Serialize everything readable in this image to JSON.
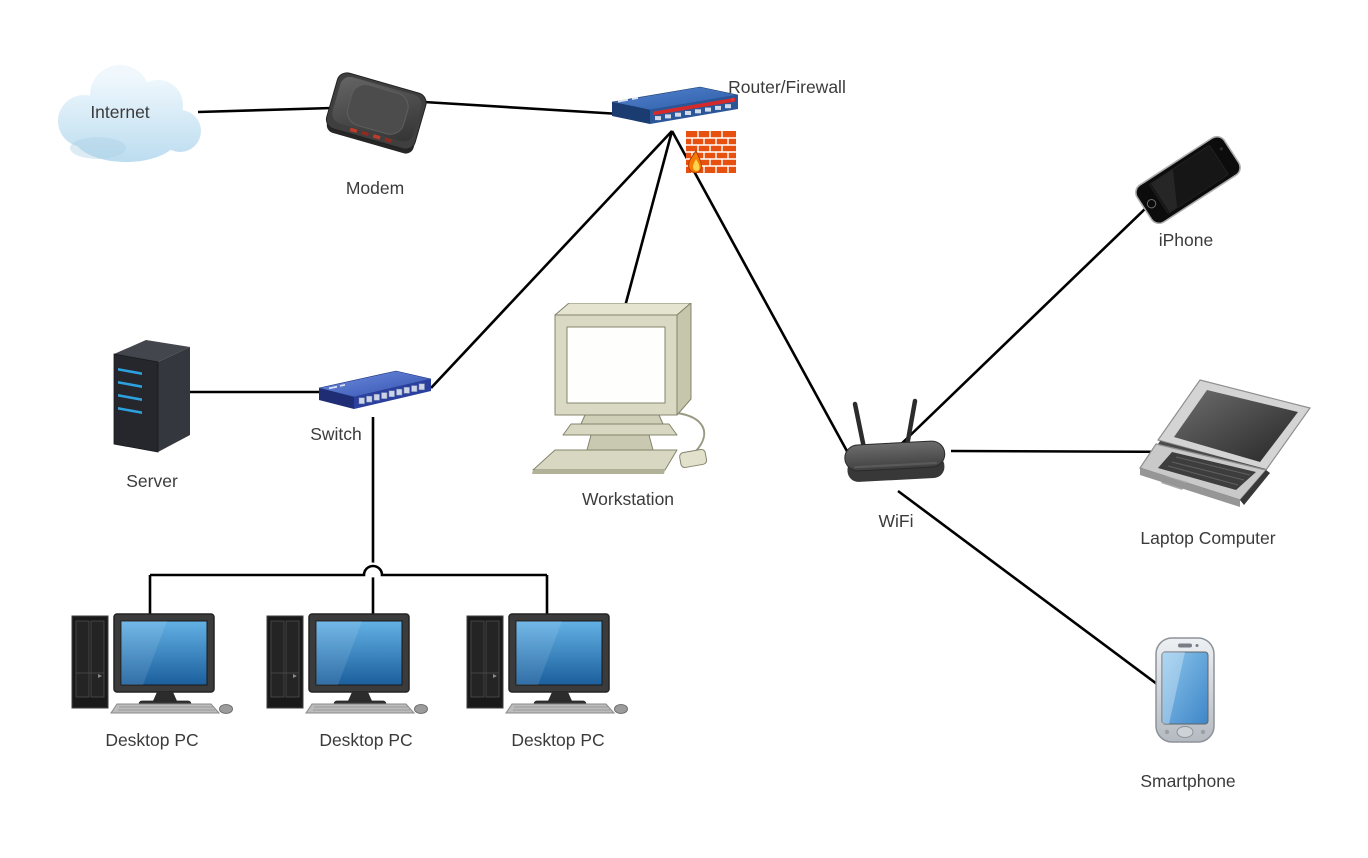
{
  "diagram": {
    "type": "network-topology",
    "background_color": "#ffffff"
  },
  "nodes": {
    "internet": {
      "label": "Internet",
      "device": "cloud"
    },
    "modem": {
      "label": "Modem",
      "device": "modem"
    },
    "router_firewall": {
      "label": "Router/Firewall",
      "device": "router-with-firewall-bricks"
    },
    "iphone": {
      "label": "iPhone",
      "device": "slab-phone"
    },
    "server": {
      "label": "Server",
      "device": "server-tower"
    },
    "switch": {
      "label": "Switch",
      "device": "ethernet-switch"
    },
    "workstation": {
      "label": "Workstation",
      "device": "crt-computer"
    },
    "wifi": {
      "label": "WiFi",
      "device": "wireless-router-two-antennas"
    },
    "laptop": {
      "label": "Laptop Computer",
      "device": "laptop"
    },
    "desktop_pc_1": {
      "label": "Desktop PC",
      "device": "desktop-pc"
    },
    "desktop_pc_2": {
      "label": "Desktop PC",
      "device": "desktop-pc"
    },
    "desktop_pc_3": {
      "label": "Desktop PC",
      "device": "desktop-pc"
    },
    "smartphone": {
      "label": "Smartphone",
      "device": "touch-smartphone"
    }
  },
  "edges": [
    {
      "from": "internet",
      "to": "modem"
    },
    {
      "from": "modem",
      "to": "router_firewall"
    },
    {
      "from": "router_firewall",
      "to": "switch"
    },
    {
      "from": "router_firewall",
      "to": "workstation"
    },
    {
      "from": "router_firewall",
      "to": "wifi"
    },
    {
      "from": "server",
      "to": "switch"
    },
    {
      "from": "switch",
      "to": "desktop_pc_1"
    },
    {
      "from": "switch",
      "to": "desktop_pc_2"
    },
    {
      "from": "switch",
      "to": "desktop_pc_3"
    },
    {
      "from": "wifi",
      "to": "iphone"
    },
    {
      "from": "wifi",
      "to": "laptop"
    },
    {
      "from": "wifi",
      "to": "smartphone"
    }
  ],
  "colors": {
    "edge_line": "#000000",
    "label_text": "#3b3b3b",
    "cloud_blue": "#cfe6f5",
    "router_blue": "#2c5ba6",
    "router_stripe_red": "#d42a2a",
    "firewall_brick_orange": "#e8500f",
    "flame_orange": "#f57c00",
    "flame_yellow": "#ffd54f",
    "switch_blue": "#3350b0",
    "server_led_blue": "#2da0e0",
    "pc_screen_blue": "#2e7fc0",
    "workstation_beige": "#dadac4",
    "device_dark_gray": "#3a3a3a",
    "smartphone_screen_blue": "#5b9bd5"
  }
}
